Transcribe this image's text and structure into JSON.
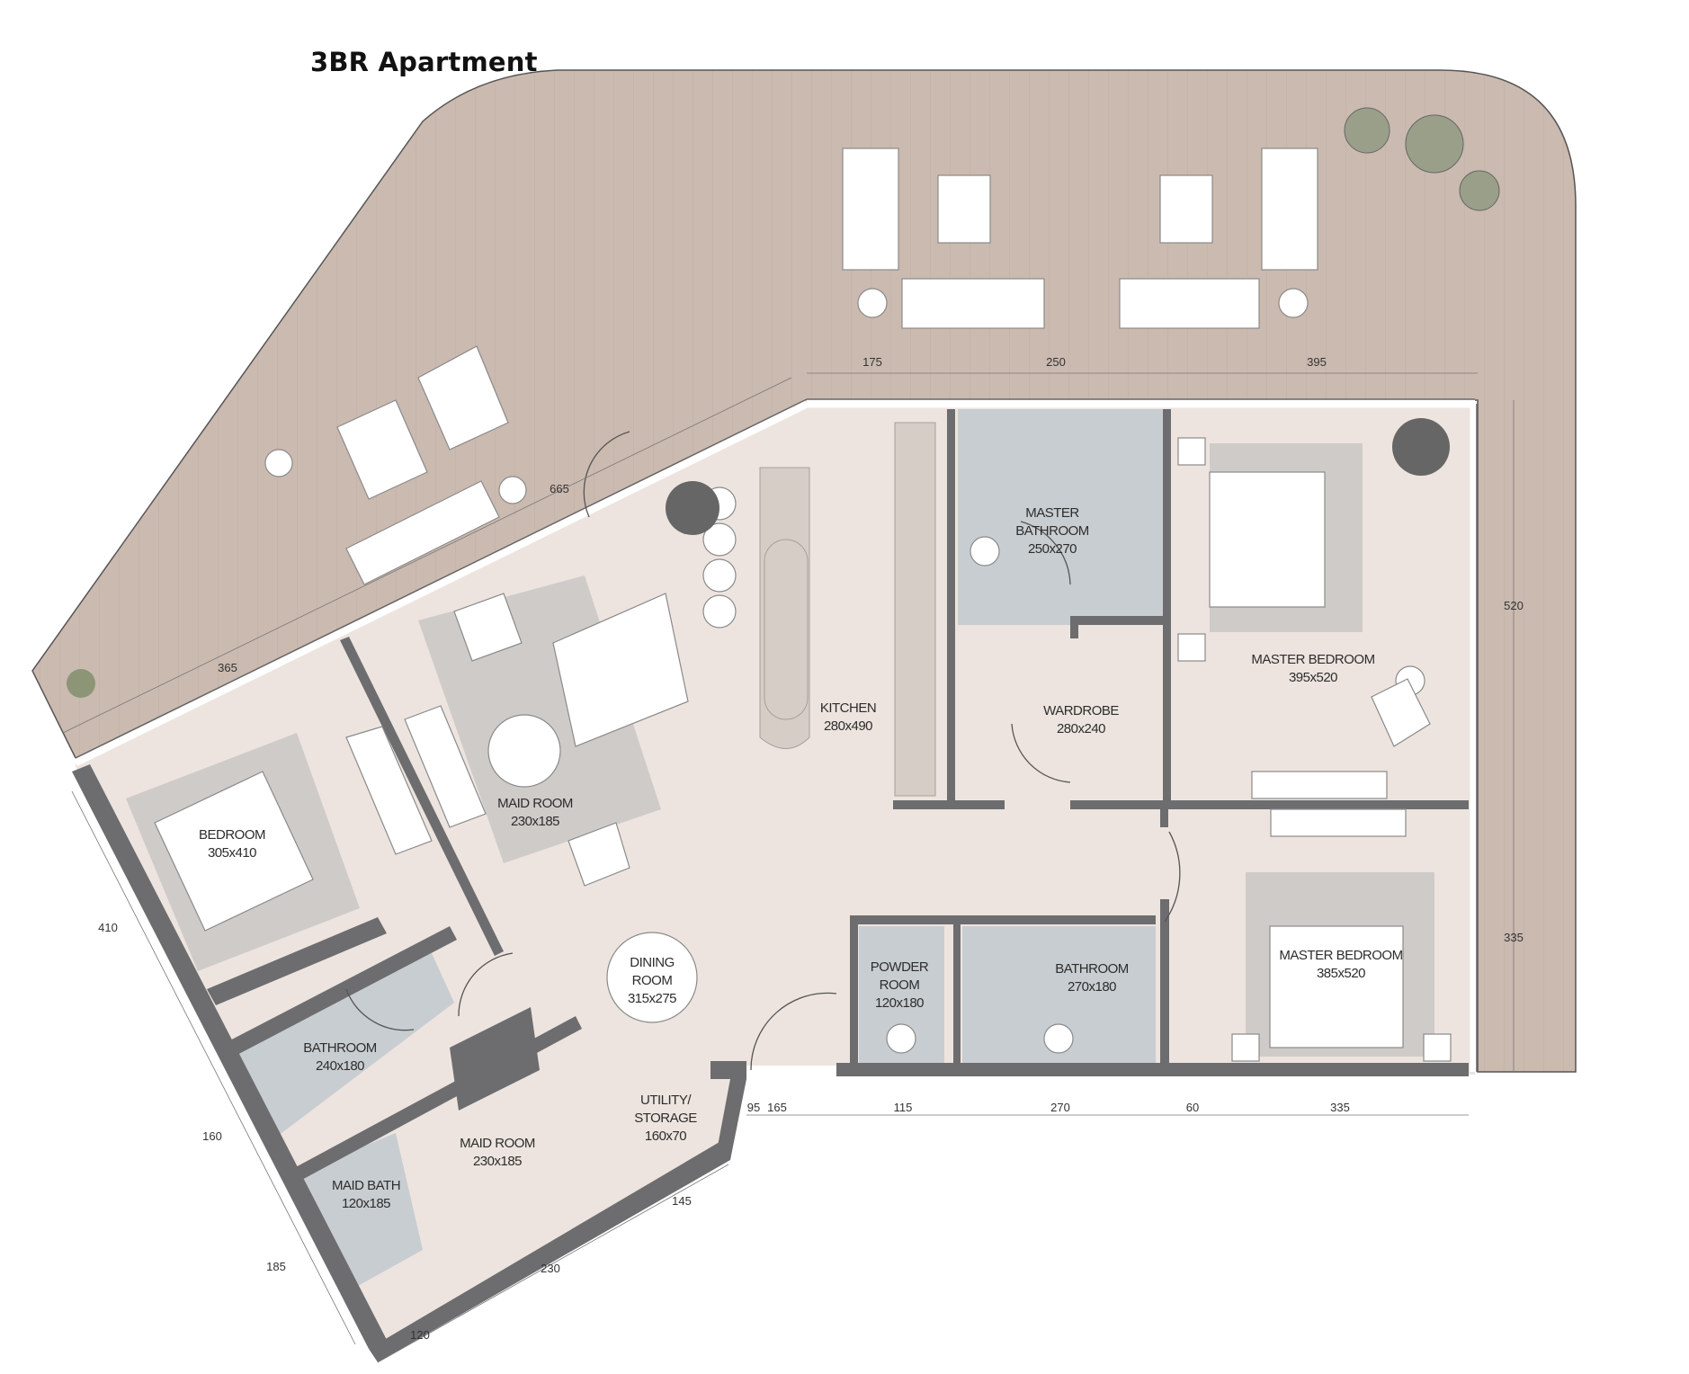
{
  "title": "3BR Apartment",
  "rooms": {
    "kitchen": {
      "name": "KITCHEN",
      "size": "280x490"
    },
    "master_bathroom": {
      "name1": "MASTER",
      "name2": "BATHROOM",
      "size": "250x270"
    },
    "master_bedroom_1": {
      "name": "MASTER BEDROOM",
      "size": "395x520"
    },
    "wardrobe": {
      "name": "WARDROBE",
      "size": "280x240"
    },
    "living": {
      "name": "MAID ROOM",
      "size": "230x185"
    },
    "bedroom": {
      "name": "BEDROOM",
      "size": "305x410"
    },
    "dining": {
      "name1": "DINING",
      "name2": "ROOM",
      "size": "315x275"
    },
    "powder": {
      "name1": "POWDER",
      "name2": "ROOM",
      "size": "120x180"
    },
    "bathroom_2": {
      "name": "BATHROOM",
      "size": "270x180"
    },
    "master_bedroom_2": {
      "name": "MASTER BEDROOM",
      "size": "385x520"
    },
    "bathroom_1": {
      "name": "BATHROOM",
      "size": "240x180"
    },
    "maid_room": {
      "name": "MAID ROOM",
      "size": "230x185"
    },
    "utility": {
      "name1": "UTILITY/",
      "name2": "STORAGE",
      "size": "160x70"
    },
    "maid_bath": {
      "name": "MAID BATH",
      "size": "120x185"
    }
  },
  "dimensions": {
    "top_1": "175",
    "top_2": "250",
    "top_3": "395",
    "right_1": "520",
    "right_2": "335",
    "bottom_1": "95",
    "bottom_2": "165",
    "bottom_3": "115",
    "bottom_4": "270",
    "bottom_5": "60",
    "bottom_6": "335",
    "diag_1": "145",
    "diag_2": "230",
    "diag_3": "120",
    "left_1": "185",
    "left_2": "160",
    "left_3": "410",
    "terrace_1": "365",
    "terrace_2": "665"
  },
  "colors": {
    "terrace": "#c9b8ae",
    "interior": "#ede4df",
    "wall": "#6d6d6f",
    "bath": "#c8cdd1"
  }
}
